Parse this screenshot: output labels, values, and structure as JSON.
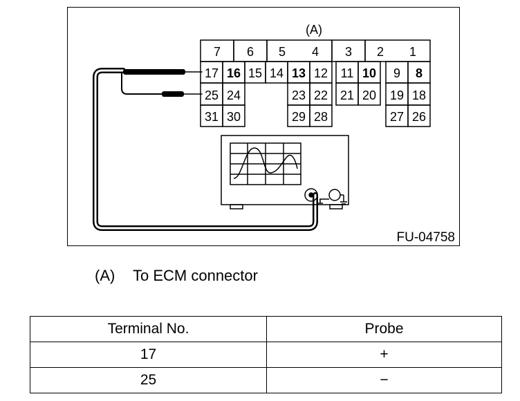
{
  "diagram": {
    "connector_label": "(A)",
    "figure_id": "FU-04758",
    "header_numbers": [
      "7",
      "6",
      "5",
      "4",
      "3",
      "2",
      "1"
    ],
    "pins": [
      "17",
      "16",
      "15",
      "14",
      "13",
      "12",
      "11",
      "10",
      "9",
      "8",
      "25",
      "24",
      "23",
      "22",
      "21",
      "20",
      "19",
      "18",
      "31",
      "30",
      "29",
      "28",
      "27",
      "26"
    ]
  },
  "legend": {
    "key": "(A)",
    "text": "To ECM connector"
  },
  "table": {
    "headers": [
      "Terminal No.",
      "Probe"
    ],
    "rows": [
      [
        "17",
        "+"
      ],
      [
        "25",
        "−"
      ]
    ]
  }
}
